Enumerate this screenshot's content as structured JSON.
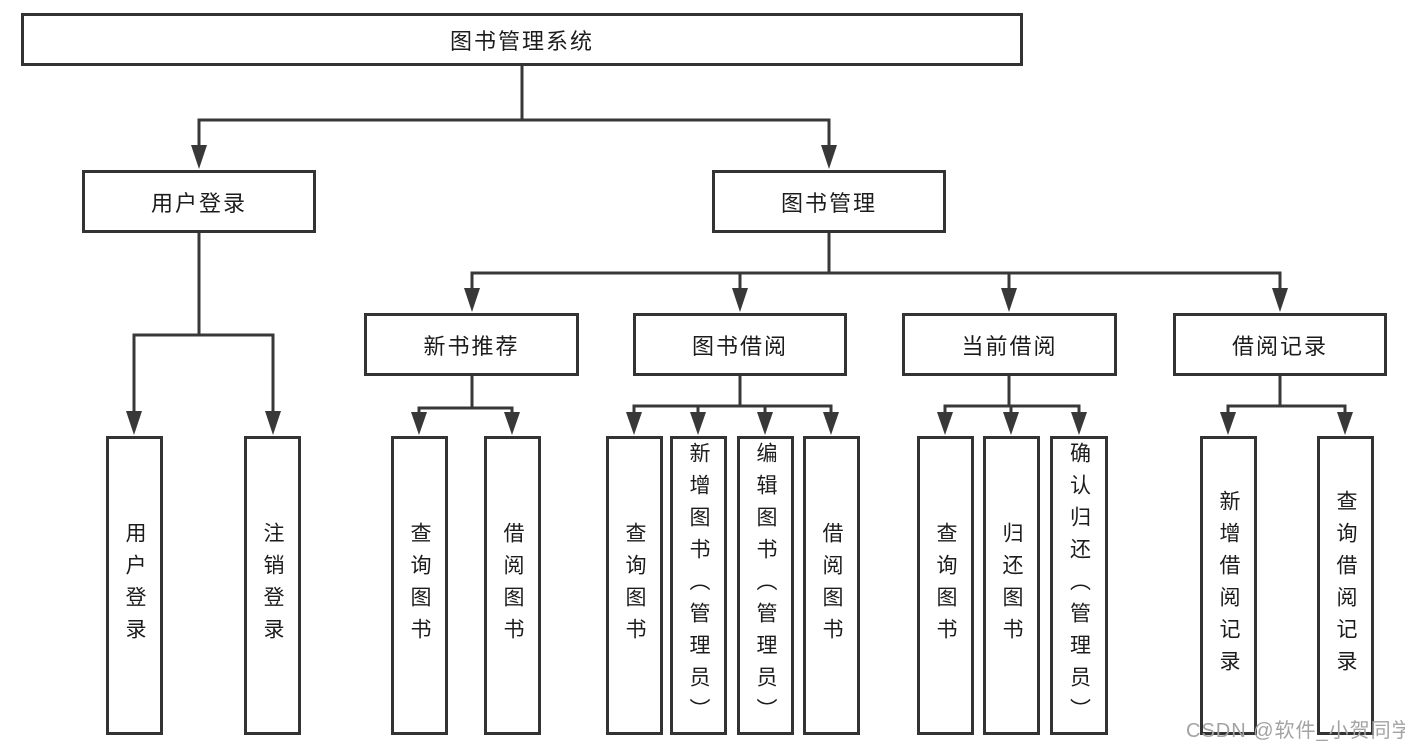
{
  "diagram": {
    "title_node": "图书管理系统",
    "tree": {
      "root": {
        "label": "图书管理系统",
        "children": [
          {
            "label": "用户登录",
            "children": [
              {
                "label": "用户登录"
              },
              {
                "label": "注销登录"
              }
            ]
          },
          {
            "label": "图书管理",
            "children": [
              {
                "label": "新书推荐",
                "children": [
                  {
                    "label": "查询图书"
                  },
                  {
                    "label": "借阅图书"
                  }
                ]
              },
              {
                "label": "图书借阅",
                "children": [
                  {
                    "label": "查询图书"
                  },
                  {
                    "label": "新增图书（管理员）"
                  },
                  {
                    "label": "编辑图书（管理员）"
                  },
                  {
                    "label": "借阅图书"
                  }
                ]
              },
              {
                "label": "当前借阅",
                "children": [
                  {
                    "label": "查询图书"
                  },
                  {
                    "label": "归还图书"
                  },
                  {
                    "label": "确认归还（管理员）"
                  }
                ]
              },
              {
                "label": "借阅记录",
                "children": [
                  {
                    "label": "新增借阅记录"
                  },
                  {
                    "label": "查询借阅记录"
                  }
                ]
              }
            ]
          }
        ]
      }
    },
    "colors": {
      "line": "#383838",
      "border": "#333333",
      "text": "#1c1c1c",
      "background": "#ffffff",
      "watermark": "#a3a3a3"
    }
  },
  "watermark": {
    "text": "CSDN @软件_小贺同学"
  }
}
